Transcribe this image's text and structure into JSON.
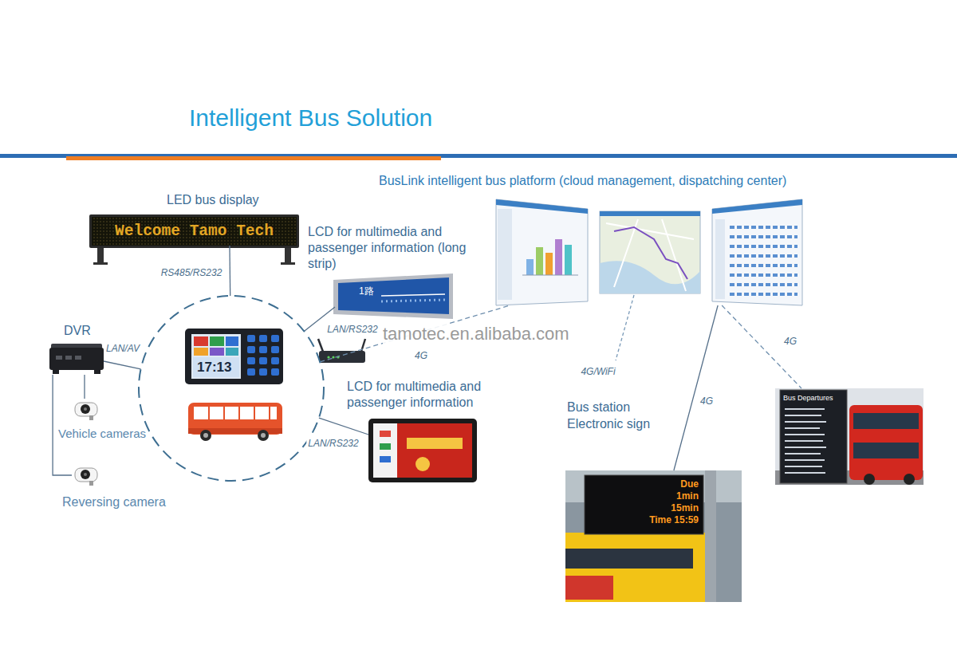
{
  "diagram": {
    "title": "Intelligent Bus Solution",
    "nodes": [
      {
        "text": [
          "LED bus display",
          "Welcome Tamo Tech"
        ]
      },
      {
        "text": [
          "LCD for multimedia and passenger information (long strip)",
          "1路"
        ]
      },
      {
        "text": [
          "DVR"
        ]
      },
      {
        "text": [
          "Vehicle cameras"
        ]
      },
      {
        "text": [
          "Reversing camera"
        ]
      },
      {
        "text": [
          "17:13"
        ]
      },
      {
        "text": [
          "LCD for multimedia and passenger information"
        ]
      },
      {
        "text": [
          "BusLink intelligent bus platform (cloud management, dispatching center)"
        ]
      },
      {
        "text": [
          "Due",
          "1min",
          "15min",
          "Time 15:59"
        ]
      },
      {
        "text": [
          "Bus Departures"
        ]
      }
    ],
    "edges": [
      {
        "from": 5,
        "to": 0,
        "label": "RS485/RS232",
        "arrow": "none"
      },
      {
        "from": 5,
        "to": 1,
        "label": "LAN/RS232",
        "arrow": "none"
      },
      {
        "from": 5,
        "to": 2,
        "label": "LAN/AV",
        "arrow": "none"
      },
      {
        "from": 2,
        "to": 3,
        "arrow": "none"
      },
      {
        "from": 2,
        "to": 4,
        "arrow": "none"
      },
      {
        "from": 5,
        "to": 6,
        "label": "LAN/RS232",
        "arrow": "none"
      },
      {
        "from": 5,
        "to": 7,
        "label": "4G",
        "arrow": "none"
      },
      {
        "from": 7,
        "to": 8,
        "label": "4G",
        "arrow": "none"
      },
      {
        "from": 7,
        "to": 9,
        "label": "4G",
        "arrow": "none"
      }
    ],
    "labels": [
      "tamotec.en.alibaba.com",
      "4G/WiFi",
      "Bus station Electronic sign"
    ]
  }
}
